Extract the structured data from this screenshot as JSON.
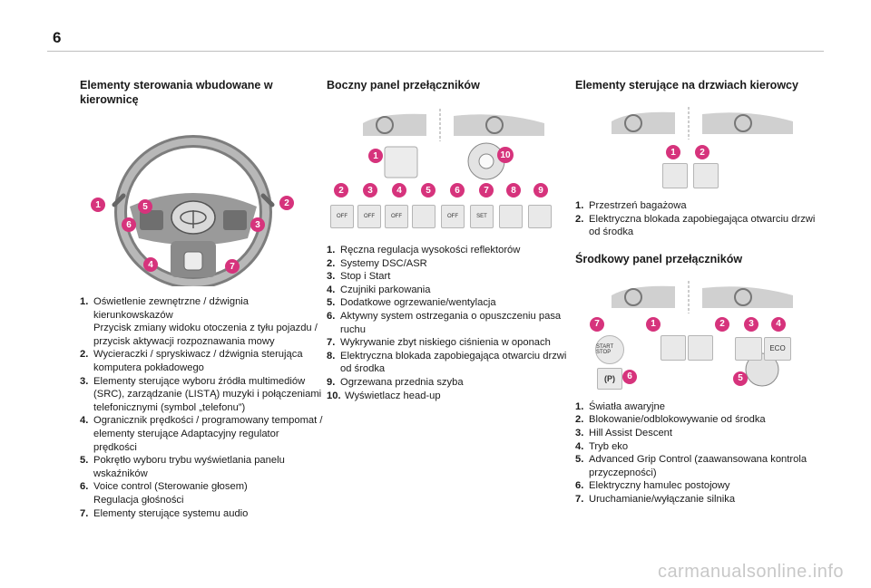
{
  "page": {
    "number": "6",
    "footer": "carmanualsonline.info"
  },
  "col1": {
    "title": "Elementy sterowania wbudowane w kierownicę",
    "markers": [
      "1",
      "5",
      "6",
      "2",
      "3",
      "4",
      "7"
    ],
    "items": [
      {
        "n": "1.",
        "lines": [
          "Oświetlenie zewnętrzne / dźwignia kierunkowskazów",
          "Przycisk zmiany widoku otoczenia z tyłu pojazdu / przycisk aktywacji rozpoznawania mowy"
        ]
      },
      {
        "n": "2.",
        "lines": [
          "Wycieraczki / spryskiwacz / dźwignia sterująca komputera pokładowego"
        ]
      },
      {
        "n": "3.",
        "lines": [
          "Elementy sterujące wyboru źródła multimediów (SRC), zarządzanie (LISTĄ) muzyki i połączeniami telefonicznymi (symbol „telefonu”)"
        ]
      },
      {
        "n": "4.",
        "lines": [
          "Ogranicznik prędkości / programowany tempomat / elementy sterujące Adaptacyjny regulator prędkości"
        ]
      },
      {
        "n": "5.",
        "lines": [
          "Pokrętło wyboru trybu wyświetlania panelu wskaźników"
        ]
      },
      {
        "n": "6.",
        "lines": [
          "Voice control (Sterowanie głosem)",
          "Regulacja głośności"
        ]
      },
      {
        "n": "7.",
        "lines": [
          "Elementy sterujące systemu audio"
        ]
      }
    ]
  },
  "col2": {
    "title": "Boczny panel przełączników",
    "markers": [
      "1",
      "10",
      "2",
      "3",
      "4",
      "5",
      "6",
      "7",
      "8",
      "9"
    ],
    "tiles": [
      "OFF",
      "OFF",
      "OFF",
      "",
      "OFF",
      "SET",
      "",
      ""
    ],
    "items": [
      {
        "n": "1.",
        "text": "Ręczna regulacja wysokości reflektorów"
      },
      {
        "n": "2.",
        "text": "Systemy DSC/ASR"
      },
      {
        "n": "3.",
        "text": "Stop i Start"
      },
      {
        "n": "4.",
        "text": "Czujniki parkowania"
      },
      {
        "n": "5.",
        "text": "Dodatkowe ogrzewanie/wentylacja"
      },
      {
        "n": "6.",
        "text": "Aktywny system ostrzegania o opuszczeniu pasa ruchu"
      },
      {
        "n": "7.",
        "text": "Wykrywanie zbyt niskiego ciśnienia w oponach"
      },
      {
        "n": "8.",
        "text": "Elektryczna blokada zapobiegająca otwarciu drzwi od środka"
      },
      {
        "n": "9.",
        "text": "Ogrzewana przednia szyba"
      },
      {
        "n": "10.",
        "text": "Wyświetlacz head-up"
      }
    ]
  },
  "col3a": {
    "title": "Elementy sterujące na drzwiach kierowcy",
    "markers": [
      "1",
      "2"
    ],
    "items": [
      {
        "n": "1.",
        "text": "Przestrzeń bagażowa"
      },
      {
        "n": "2.",
        "text": "Elektryczna blokada zapobiegająca otwarciu drzwi od środka"
      }
    ]
  },
  "col3b": {
    "title": "Środkowy panel przełączników",
    "markers": [
      "7",
      "1",
      "2",
      "3",
      "4",
      "6",
      "5"
    ],
    "tile_labels": {
      "start": "START STOP",
      "eco": "ECO",
      "park": "(P)"
    },
    "items": [
      {
        "n": "1.",
        "text": "Światła awaryjne"
      },
      {
        "n": "2.",
        "text": "Blokowanie/odblokowywanie od środka"
      },
      {
        "n": "3.",
        "text": "Hill Assist Descent"
      },
      {
        "n": "4.",
        "text": "Tryb eko"
      },
      {
        "n": "5.",
        "text": "Advanced Grip Control (zaawansowana kontrola przyczepności)"
      },
      {
        "n": "6.",
        "text": "Elektryczny hamulec postojowy"
      },
      {
        "n": "7.",
        "text": "Uruchamianie/wyłączanie silnika"
      }
    ]
  }
}
